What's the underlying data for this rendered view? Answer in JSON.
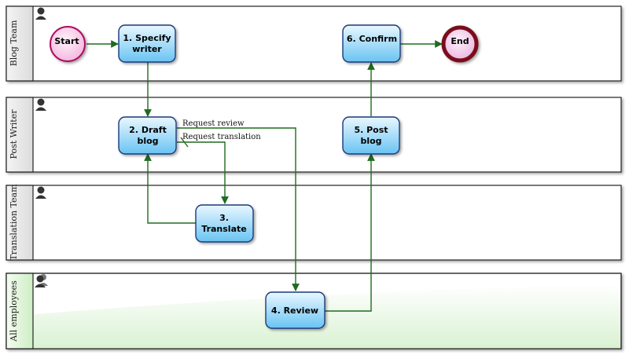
{
  "colors": {
    "lane_border": "#222222",
    "lane_header_bg": "#eeeeee",
    "flow": "#1f6b1f",
    "task_stroke": "#1a3a7a",
    "task_fill_top": "#e8f6ff",
    "task_fill_bottom": "#6cc6f4",
    "start_fill": "#f8c8e6",
    "start_stroke": "#b01060",
    "end_fill": "#f3c4ea",
    "end_stroke": "#7a0a1a",
    "lane_green": "#e6f6e0"
  },
  "lanes": [
    {
      "name": "Blog Team",
      "icon": "person-icon"
    },
    {
      "name": "Post Writer",
      "icon": "person-icon"
    },
    {
      "name": "Translation Team",
      "icon": "person-icon"
    },
    {
      "name": "All employees",
      "icon": "group-icon"
    }
  ],
  "events": {
    "start": "Start",
    "end": "End"
  },
  "tasks": {
    "t1": [
      "1. Specify",
      "writer"
    ],
    "t2": [
      "2. Draft",
      "blog"
    ],
    "t3": [
      "3.",
      "Translate"
    ],
    "t4": [
      "4. Review"
    ],
    "t5": [
      "5. Post",
      "blog"
    ],
    "t6": [
      "6. Confirm"
    ]
  },
  "flow_labels": {
    "request_review": "Request review",
    "request_translation": "Request translation"
  }
}
